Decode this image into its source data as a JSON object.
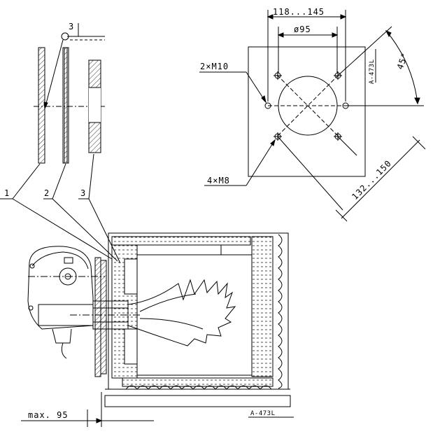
{
  "flange": {
    "dim_range_width": "118...145",
    "dim_bore": "ø95",
    "angle": "45°",
    "holes_m10": "2×M10",
    "holes_m8": "4×M8",
    "dim_diagonal": "132...150",
    "drawing_ref": "A-473L"
  },
  "gaskets": {
    "label_1": "1",
    "label_2": "2",
    "label_3": "3",
    "detail_ref": "3"
  },
  "installation": {
    "max_distance": "max. 95",
    "drawing_ref": "A-473L"
  }
}
